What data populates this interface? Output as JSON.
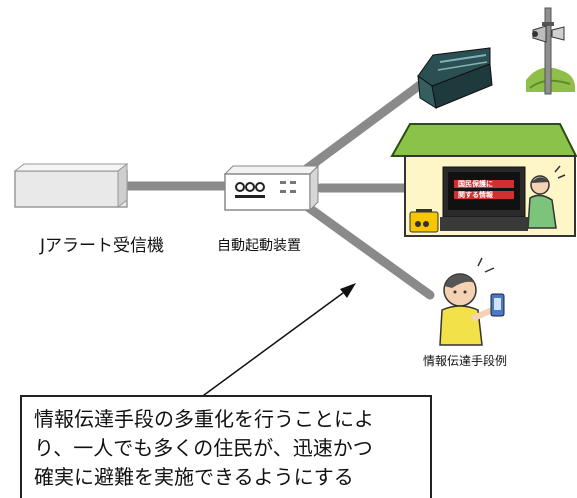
{
  "labels": {
    "receiver": "Jアラート受信機",
    "auto_device": "自動起動装置",
    "example": "情報伝達手段例",
    "tv_screen_line1": "国民保護に",
    "tv_screen_line2": "関する情報"
  },
  "callout": {
    "lines": [
      "情報伝達手段の多重化を行うことによ",
      "り、一人でも多くの住民が、迅速かつ",
      "確実に避難を実施できるようにする"
    ]
  },
  "colors": {
    "connector": "#8a8a8a",
    "house_roof": "#8bc34a",
    "house_wall": "#fff6c8",
    "tv_screen_band": "#d32f2f",
    "radio_body": "#f7c600"
  },
  "icons": [
    "receiver-box-icon",
    "auto-start-device-icon",
    "broadcast-console-icon",
    "outdoor-speaker-pole-icon",
    "house-tv-icon",
    "person-with-phone-icon",
    "arrow-icon"
  ]
}
